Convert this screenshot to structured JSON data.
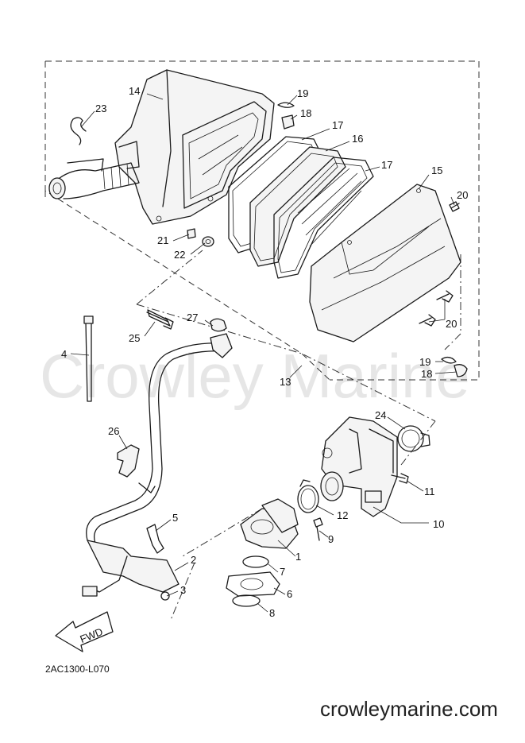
{
  "watermark": "Crowley Marine",
  "reference_code": "2AC1300-L070",
  "site_url": "crowleymarine.com",
  "arrow_label": "FWD",
  "callouts": [
    {
      "n": "1"
    },
    {
      "n": "2"
    },
    {
      "n": "3"
    },
    {
      "n": "4"
    },
    {
      "n": "5"
    },
    {
      "n": "6"
    },
    {
      "n": "7"
    },
    {
      "n": "8"
    },
    {
      "n": "9"
    },
    {
      "n": "10"
    },
    {
      "n": "11"
    },
    {
      "n": "12"
    },
    {
      "n": "13"
    },
    {
      "n": "14"
    },
    {
      "n": "15"
    },
    {
      "n": "16"
    },
    {
      "n": "17"
    },
    {
      "n": "17"
    },
    {
      "n": "18"
    },
    {
      "n": "18"
    },
    {
      "n": "19"
    },
    {
      "n": "19"
    },
    {
      "n": "20"
    },
    {
      "n": "20"
    },
    {
      "n": "21"
    },
    {
      "n": "22"
    },
    {
      "n": "23"
    },
    {
      "n": "24"
    },
    {
      "n": "25"
    },
    {
      "n": "26"
    },
    {
      "n": "27"
    }
  ]
}
